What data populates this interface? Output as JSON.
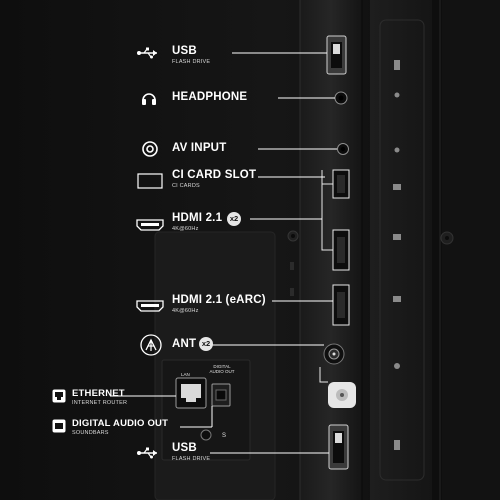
{
  "ports": {
    "usb_top": {
      "title": "USB",
      "subtitle": "FLASH DRIVE",
      "icon": "usb-icon"
    },
    "headphone": {
      "title": "HEADPHONE",
      "icon": "headphone-icon"
    },
    "av_input": {
      "title": "AV INPUT",
      "icon": "av-input-icon"
    },
    "ci_card": {
      "title": "CI CARD SLOT",
      "subtitle": "CI CARDS",
      "icon": "ci-card-icon"
    },
    "hdmi_a": {
      "title": "HDMI 2.1",
      "subtitle": "4K@60Hz",
      "badge": "x2",
      "icon": "hdmi-icon"
    },
    "hdmi_b": {
      "title": "HDMI 2.1 (eARC)",
      "subtitle": "4K@60Hz",
      "icon": "hdmi-icon"
    },
    "ant": {
      "title": "ANT",
      "badge": "x2",
      "icon": "antenna-icon"
    },
    "ethernet": {
      "title": "ETHERNET",
      "subtitle": "INTERNET ROUTER",
      "icon": "ethernet-icon"
    },
    "digital_audio": {
      "title": "DIGITAL AUDIO OUT",
      "subtitle": "SOUNDBARS",
      "icon": "optical-icon"
    },
    "usb_bottom": {
      "title": "USB",
      "subtitle": "FLASH DRIVE",
      "icon": "usb-icon"
    }
  },
  "rear_panel": {
    "lan_label": "LAN",
    "digital_audio_label": "DIGITAL AUDIO OUT",
    "s_label": "S"
  },
  "colors": {
    "background": "#111111",
    "panel": "#1c1c1c",
    "text": "#ffffff",
    "accent_line": "#ffffff"
  }
}
